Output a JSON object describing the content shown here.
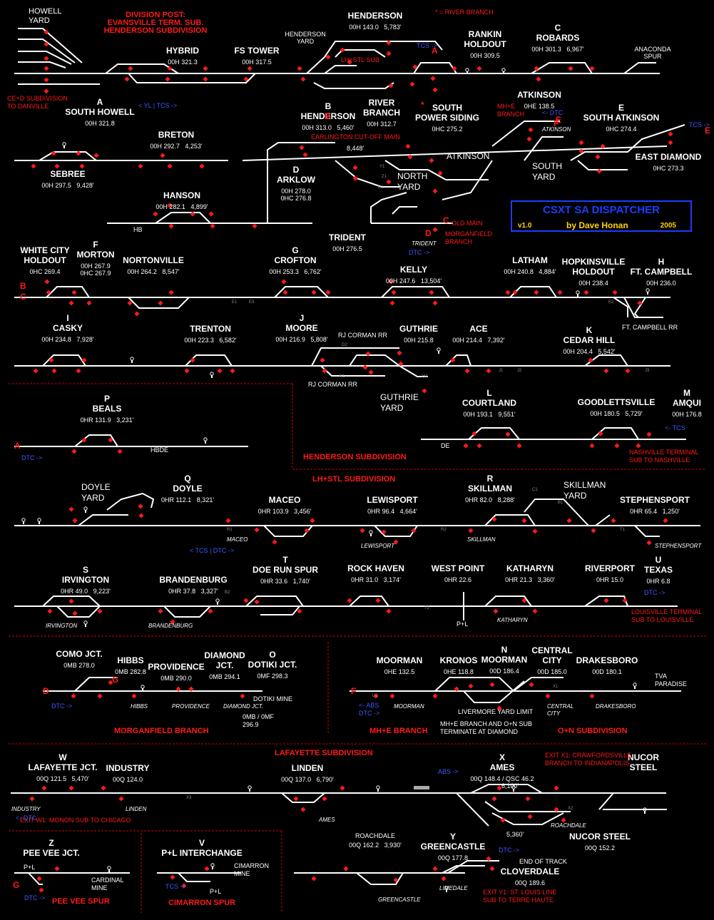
{
  "header": {
    "division_post": "DIVISION POST:",
    "division_name": "EVANSVILLE TERM. SUB.",
    "division_sub": "HENDERSON SUBDIVISION",
    "river_branch_note": "* = RIVER BRANCH"
  },
  "banner": {
    "title": "CSXT SA DISPATCHER",
    "version": "v1.0",
    "author": "by Dave Honan",
    "year": "2005"
  },
  "colors": {
    "track": "#ffffff",
    "signal": "#ff1a1a",
    "label_red": "#ff1a1a",
    "label_blue": "#3a5cff",
    "banner_blue": "#1f3cff",
    "banner_yellow": "#ffd400",
    "divider": "#cc0000"
  },
  "icons": {
    "signal": "red-diamond-signal",
    "switch": "white-key-switch",
    "dwarf": "white-dot"
  },
  "stations": [
    {
      "name": "HOWELL\nYARD"
    },
    {
      "name": "HYBRID",
      "mp": "00H 321.3"
    },
    {
      "name": "FS TOWER",
      "mp": "00H 317.5"
    },
    {
      "name": "HENDERSON",
      "mp": "00H 143.0   5,783'"
    },
    {
      "name": "HENDERSON\nYARD"
    },
    {
      "name": "RANKIN\nHOLDOUT",
      "mp": "00H 309.5"
    },
    {
      "name": "C\nROBARDS",
      "mp": "00H 301.3   6,967'"
    },
    {
      "name": "ANACONDA\nSPUR"
    },
    {
      "name": "A\nSOUTH HOWELL",
      "mp": "00H 321.8"
    },
    {
      "name": "B\nHENDERSON",
      "mp": "00H 313.0   5,460'"
    },
    {
      "name": "RIVER\nBRANCH",
      "mp": "00H 312.7"
    },
    {
      "name": "SOUTH\nPOWER SIDING",
      "mp": "0HC 275.2"
    },
    {
      "name": "ATKINSON",
      "mp": "0HE 138.5"
    },
    {
      "name": "E\nSOUTH ATKINSON",
      "mp": "0HC 274.4"
    },
    {
      "name": "BRETON",
      "mp": "00H 292.7   4,253'"
    },
    {
      "name": "SEBREE",
      "mp": "00H 297.5   9,428'"
    },
    {
      "name": "HANSON",
      "mp": "00H 282.1   4,899'"
    },
    {
      "name": "D\nARKLOW",
      "mp": "00H 278.0\n0HC 276.8"
    },
    {
      "name": "TRIDENT",
      "mp": "00H 276.5"
    },
    {
      "name": "EAST DIAMOND",
      "mp": "0HC 273.3"
    },
    {
      "name": "WHITE CITY\nHOLDOUT",
      "mp": "0HC 269.4"
    },
    {
      "name": "F\nMORTON",
      "mp": "00H 267.9\n0HC 267.9"
    },
    {
      "name": "NORTONVILLE",
      "mp": "00H 264.2   8,547'"
    },
    {
      "name": "G\nCROFTON",
      "mp": "00H 253.3   6,762'"
    },
    {
      "name": "KELLY",
      "mp": "00H 247.6   13,504'"
    },
    {
      "name": "LATHAM",
      "mp": "00H 240.8   4,884'"
    },
    {
      "name": "HOPKINSVILLE\nHOLDOUT",
      "mp": "00H 238.4"
    },
    {
      "name": "H\nFT. CAMPBELL",
      "mp": "00H 236.0"
    },
    {
      "name": "I\nCASKY",
      "mp": "00H 234.8   7,928'"
    },
    {
      "name": "TRENTON",
      "mp": "00H 223.3   6,582'"
    },
    {
      "name": "J\nMOORE",
      "mp": "00H 216.9   5,808'"
    },
    {
      "name": "GUTHRIE",
      "mp": "00H 215.8"
    },
    {
      "name": "ACE",
      "mp": "00H 214.4   7,392'"
    },
    {
      "name": "K\nCEDAR HILL",
      "mp": "00H 204.4   5,542'"
    },
    {
      "name": "P\nBEALS",
      "mp": "0HR 131.9   3,231'"
    },
    {
      "name": "L\nCOURTLAND",
      "mp": "00H 193.1   9,551'"
    },
    {
      "name": "GOODLETTSVILLE",
      "mp": "00H 180.5   5,729'"
    },
    {
      "name": "M\nAMQUI",
      "mp": "00H 176.8"
    },
    {
      "name": "Q\nDOYLE",
      "mp": "0HR 112.1   8,321'"
    },
    {
      "name": "MACEO",
      "mp": "0HR 103.9   3,456'"
    },
    {
      "name": "LEWISPORT",
      "mp": "0HR 96.4   4,664'"
    },
    {
      "name": "R\nSKILLMAN",
      "mp": "0HR 82.0   8,288'"
    },
    {
      "name": "STEPHENSPORT",
      "mp": "0HR 65.4   1,250'"
    },
    {
      "name": "S\nIRVINGTON",
      "mp": "0HR 49.0   9,223'"
    },
    {
      "name": "BRANDENBURG",
      "mp": "0HR 37.8   3,327'"
    },
    {
      "name": "T\nDOE RUN SPUR",
      "mp": "0HR 33.6   1,740'"
    },
    {
      "name": "ROCK HAVEN",
      "mp": "0HR 31.0   3,174'"
    },
    {
      "name": "WEST POINT",
      "mp": "0HR 22.6"
    },
    {
      "name": "KATHARYN",
      "mp": "0HR 21.3   3,360'"
    },
    {
      "name": "RIVERPORT",
      "mp": "0HR 15.0"
    },
    {
      "name": "U\nTEXAS",
      "mp": "0HR 6.8"
    },
    {
      "name": "COMO JCT.",
      "mp": "0MB 278.0"
    },
    {
      "name": "HIBBS",
      "mp": "0MB 282.8"
    },
    {
      "name": "PROVIDENCE",
      "mp": "0MB 290.0"
    },
    {
      "name": "DIAMOND\nJCT.",
      "mp": "0MB 294.1"
    },
    {
      "name": "O\nDOTIKI JCT.",
      "mp": "0MF 298.3"
    },
    {
      "name": "MOORMAN",
      "mp": "0HE 132.5"
    },
    {
      "name": "KRONOS",
      "mp": "0HE 118.8"
    },
    {
      "name": "N\nMOORMAN",
      "mp": "00D 186.4"
    },
    {
      "name": "CENTRAL\nCITY",
      "mp": "00D 185.0"
    },
    {
      "name": "DRAKESBORO",
      "mp": "00D 180.1"
    },
    {
      "name": "W\nLAFAYETTE JCT.",
      "mp": "00Q 121.5   5,470'"
    },
    {
      "name": "INDUSTRY",
      "mp": "00Q 124.0"
    },
    {
      "name": "LINDEN",
      "mp": "00Q 137.0   6,790'"
    },
    {
      "name": "X\nAMES",
      "mp": "00Q 148.4 / QSC 46.2"
    },
    {
      "name": "NUCOR\nSTEEL"
    },
    {
      "name": "ROACHDALE",
      "mp": "00Q 162.2   3,930'"
    },
    {
      "name": "Y\nGREENCASTLE",
      "mp": "00Q 177.8"
    },
    {
      "name": "NUCOR STEEL",
      "mp": "00Q 152.2"
    },
    {
      "name": "Z\nPEE VEE JCT."
    },
    {
      "name": "V\nP+L INTERCHANGE"
    },
    {
      "name": "CLOVERDALE",
      "mp": "00Q 189.6"
    }
  ],
  "labels": [
    "CE+D SUBDIVISION\nTO DANVILLE",
    "LH+STL SUB",
    "EARLINGTON CUT-OFF MAIN",
    "MH+E\nBRANCH",
    "ATKINSON",
    "SOUTH\nYARD",
    "NORTH\nYARD",
    "OLD MAIN",
    "MORGANFIELD\nBRANCH",
    "FT. CAMPBELL RR",
    "RJ CORMAN RR",
    "RJ CORMAN RR",
    "GUTHRIE\nYARD",
    "NASHVILLE TERMINAL\nSUB TO NASHVILLE",
    "HENDERSON SUBDIVISION",
    "LH+STL SUBDIVISION",
    "DOYLE\nYARD",
    "SKILLMAN\nYARD",
    "LOUISVILLE TERMINAL\nSUB TO LOUISVILLE",
    "P+L",
    "DOTIKI MINE",
    "0MB / 0MF\n296.9",
    "MORGANFIELD BRANCH",
    "LIVERMORE YARD LIMIT",
    "MH+E BRANCH AND O+N SUB\nTERMINATE AT DIAMOND",
    "MH+E BRANCH",
    "O+N SUBDIVISION",
    "LAFAYETTE SUBDIVISION",
    "EXIT X1: CRAWFORDSVILLE\nBRANCH TO INDIANAPOLIS",
    "EXIT W1: MONON SUB TO CHICAGO",
    "6,100'",
    "5,360'",
    "P+L",
    "CARDINAL\nMINE",
    "PEE VEE SPUR",
    "CIMARRON\nMINE",
    "P+L",
    "CIMARRON SPUR",
    "END OF TRACK",
    "EXIT Y1: ST. LOUIS LINE\nSUB TO TERRE HAUTE",
    "8,448'",
    "TVA\nPARADISE"
  ],
  "italic_labels": [
    "MACEO",
    "LEWISPORT",
    "SKILLMAN",
    "STEPHENSPORT",
    "IRVINGTON",
    "BRANDENBURG",
    "KATHARYN",
    "TRIDENT",
    "ATKINSON",
    "HIBBS",
    "PROVIDENCE",
    "DIAMOND JCT.",
    "MOORMAN",
    "CENTRAL\nCITY",
    "DRAKESBORO",
    "INDUSTRY",
    "LINDEN",
    "AMES",
    "ROACHDALE",
    "GREENCASTLE",
    "LIMEDALE"
  ],
  "control_labels": [
    "< YL | TCS ->",
    "< TCS | DTC ->",
    "DTC ->",
    "TCS ->",
    "DTC ->",
    "<- TCS",
    "TCS ->",
    "<- DTC",
    "DTC ->",
    "DTC ->",
    "<- ABS\nDTC ->",
    "ABS ->",
    "<- DTC",
    "DTC ->",
    "DTC ->",
    "TCS ->"
  ],
  "markers": [
    "HB",
    "DE",
    "HBDE",
    "E1",
    "E2",
    "E3",
    "J1",
    "J2",
    "J3",
    "R1",
    "R2",
    "T1",
    "T2",
    "U1",
    "X1",
    "X2",
    "X3",
    "Y1",
    "Z1",
    "D1",
    "D2",
    "H1",
    "K1",
    "C1",
    "B1",
    "B2"
  ],
  "connections": [
    "A",
    "A",
    "B",
    "B",
    "C",
    "C",
    "D",
    "D",
    "E",
    "E",
    "F",
    "F",
    "G",
    "G",
    "*"
  ],
  "dividers": [
    "section-divider-henderson-lhstl",
    "section-divider-lhstl-branches",
    "section-divider-branches-lafayette"
  ]
}
